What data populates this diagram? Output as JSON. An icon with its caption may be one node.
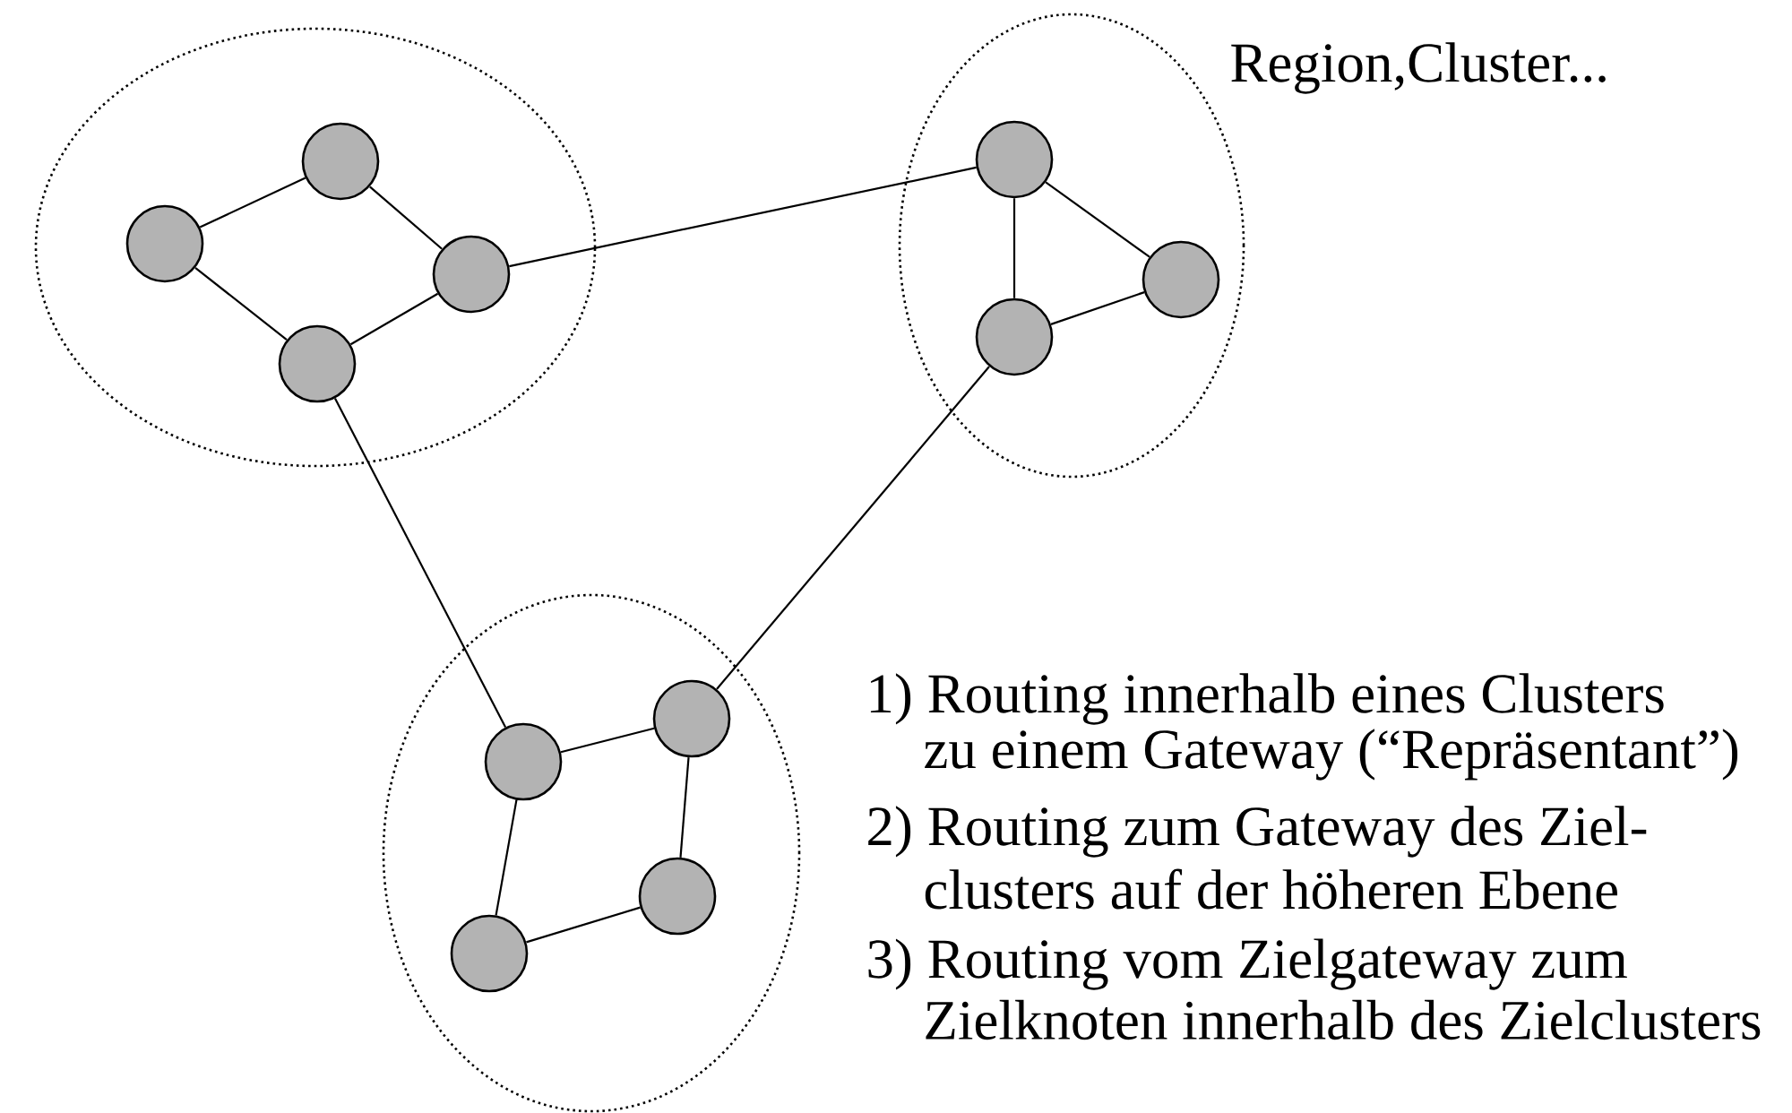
{
  "diagram": {
    "nodes": [
      {
        "text": [],
        "shape": "ellipse"
      },
      {
        "text": [],
        "shape": "circle",
        "in": 0
      },
      {
        "text": [],
        "shape": "circle",
        "in": 0
      },
      {
        "text": [],
        "shape": "circle",
        "in": 0
      },
      {
        "text": [],
        "shape": "circle",
        "in": 0
      },
      {
        "text": [],
        "shape": "ellipse"
      },
      {
        "text": [],
        "shape": "circle",
        "in": 5
      },
      {
        "text": [],
        "shape": "circle",
        "in": 5
      },
      {
        "text": [],
        "shape": "circle",
        "in": 5
      },
      {
        "text": [],
        "shape": "ellipse"
      },
      {
        "text": [],
        "shape": "circle",
        "in": 9
      },
      {
        "text": [],
        "shape": "circle",
        "in": 9
      },
      {
        "text": [],
        "shape": "circle",
        "in": 9
      },
      {
        "text": [],
        "shape": "circle",
        "in": 9
      }
    ],
    "edges": [
      {
        "from": 1,
        "to": 2,
        "arrow": "none"
      },
      {
        "from": 1,
        "to": 3,
        "arrow": "none"
      },
      {
        "from": 2,
        "to": 4,
        "arrow": "none"
      },
      {
        "from": 3,
        "to": 4,
        "arrow": "none"
      },
      {
        "from": 3,
        "to": 6,
        "arrow": "none"
      },
      {
        "from": 6,
        "to": 7,
        "arrow": "none"
      },
      {
        "from": 6,
        "to": 8,
        "arrow": "none"
      },
      {
        "from": 8,
        "to": 7,
        "arrow": "none"
      },
      {
        "from": 4,
        "to": 10,
        "arrow": "none"
      },
      {
        "from": 8,
        "to": 11,
        "arrow": "none"
      },
      {
        "from": 10,
        "to": 11,
        "arrow": "none"
      },
      {
        "from": 11,
        "to": 12,
        "arrow": "none"
      },
      {
        "from": 12,
        "to": 13,
        "arrow": "none"
      },
      {
        "from": 13,
        "to": 10,
        "arrow": "none"
      }
    ],
    "labels": [
      "Region,Cluster...",
      "1) Routing innerhalb eines Clusters",
      "zu einem Gateway (“Repräsentant”)",
      "2) Routing zum Gateway des Ziel-",
      "clusters auf der höheren Ebene",
      "3) Routing vom Zielgateway zum",
      "Zielknoten innerhalb des Zielclusters"
    ]
  }
}
